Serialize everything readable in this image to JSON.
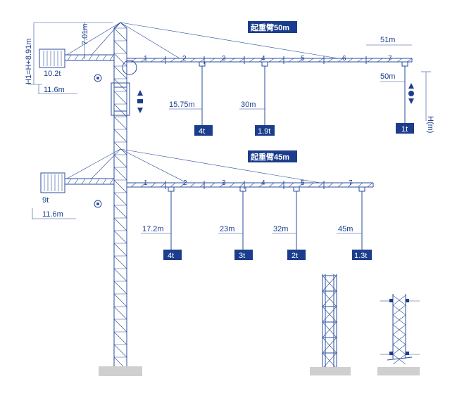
{
  "tower": {
    "height_label": "H1=H+8.91m",
    "head_height_label": "7.01m"
  },
  "upper_jib": {
    "title": "起重臂50m",
    "counterweight": "10.2t",
    "counter_jib_length": "11.6m",
    "sections": [
      "1",
      "2",
      "3",
      "4",
      "5",
      "6",
      "7"
    ],
    "loads": [
      {
        "radius": "15.75m",
        "load": "4t"
      },
      {
        "radius": "30m",
        "load": "1.9t"
      },
      {
        "radius": "50m",
        "load": "1t"
      }
    ],
    "tip_length": "51m",
    "hook_height_label": "H(m)"
  },
  "lower_jib": {
    "title": "起重臂45m",
    "counterweight": "9t",
    "counter_jib_length": "11.6m",
    "sections": [
      "1",
      "2",
      "3",
      "4",
      "5",
      "7"
    ],
    "loads": [
      {
        "radius": "17.2m",
        "load": "4t"
      },
      {
        "radius": "23m",
        "load": "3t"
      },
      {
        "radius": "32m",
        "load": "2t"
      },
      {
        "radius": "45m",
        "load": "1.3t"
      }
    ]
  },
  "colors": {
    "line": "#2a4d9c",
    "label_box": "#1b3d8c",
    "ground": "#cfcfcf"
  }
}
